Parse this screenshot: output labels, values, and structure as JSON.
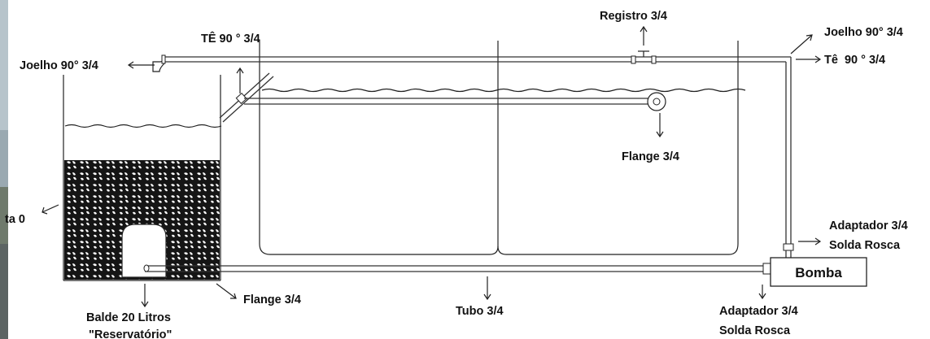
{
  "labels": {
    "registro": "Registro 3/4",
    "te_left": "TÊ 90 ° 3/4",
    "joelho_left": "Joelho 90° 3/4",
    "joelho_right": "Joelho 90° 3/4",
    "te_right": "Tê  90 ° 3/4",
    "flange_mid": "Flange 3/4",
    "flange_bottom": "Flange 3/4",
    "cut_left": "ta 0",
    "adaptador_right": "Adaptador 3/4",
    "solda_right": "Solda Rosca",
    "bomba": "Bomba",
    "balde_1": "Balde 20 Litros",
    "balde_2": "\"Reservatório\"",
    "tubo": "Tubo 3/4",
    "adaptador_bottom": "Adaptador 3/4",
    "solda_bottom": "Solda Rosca"
  },
  "colors": {
    "line": "#222222",
    "gravel": "#1a1a1a",
    "photo_strip": "#8a9aa3"
  }
}
